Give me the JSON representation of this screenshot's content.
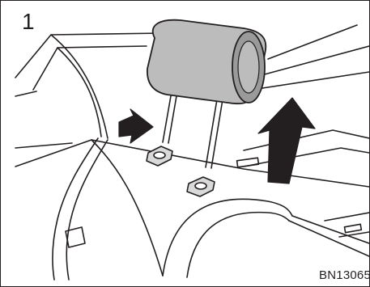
{
  "figure": {
    "step_number": "1",
    "figure_code": "BN13065"
  },
  "illustration": {
    "subject": "rear-seat-headrest-removal",
    "colors": {
      "outline": "#231f20",
      "headrest": "#bcbcbc",
      "headrest_side": "#9a9a9a",
      "arrow": "#231f20",
      "surface": "#ffffff"
    }
  }
}
